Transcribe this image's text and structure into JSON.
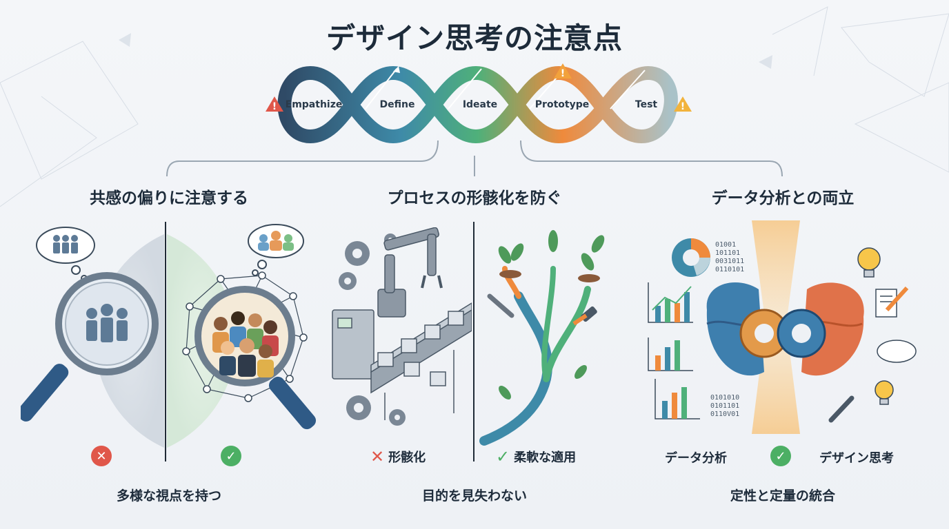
{
  "title": "デザイン思考の注意点",
  "process": {
    "stages": [
      "Empathize",
      "Define",
      "Ideate",
      "Prototype",
      "Test"
    ]
  },
  "sections": [
    {
      "title": "共感の偏りに注意する",
      "caption": "多様な視点を持つ"
    },
    {
      "title": "プロセスの形骸化を防ぐ",
      "bad_label": "形骸化",
      "good_label": "柔軟な適用",
      "caption": "目的を見失わない"
    },
    {
      "title": "データ分析との両立",
      "left_label": "データ分析",
      "right_label": "デザイン思考",
      "caption": "定性と定量の統合"
    }
  ],
  "binary": {
    "top": [
      "01001",
      "101101",
      "0031011",
      "0110101"
    ],
    "bottom": [
      "0101010",
      "0101101",
      "0110V01"
    ]
  },
  "colors": {
    "empathize": "#2f4a66",
    "define": "#3e8aa8",
    "ideate": "#4fb07a",
    "prototype": "#ef8a3c",
    "test": "#8fb0b8",
    "warning": "#e0574a",
    "good": "#4caf64"
  },
  "icons": [
    "warning-icon",
    "magnifier-icon",
    "people-icon",
    "gear-icon",
    "robot-arm-icon",
    "conveyor-icon",
    "plant-icon",
    "wrench-icon",
    "plug-icon",
    "brain-icon",
    "pie-chart-icon",
    "bar-chart-icon",
    "lightbulb-icon",
    "pencil-icon",
    "document-icon",
    "cloud-icon"
  ]
}
